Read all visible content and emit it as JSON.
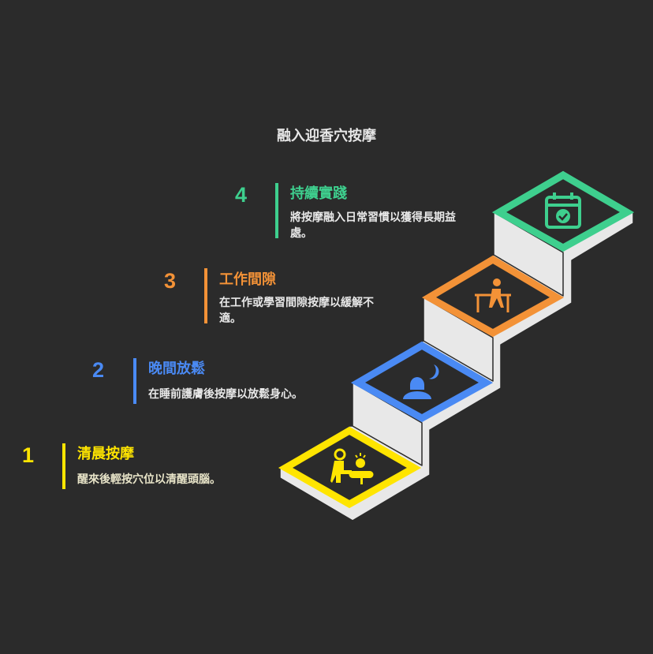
{
  "title": "融入迎香穴按摩",
  "colors": {
    "step1": "#ffe500",
    "step2": "#4a8af4",
    "step3": "#f39237",
    "step4": "#3ecf8e",
    "background": "#2b2b2b",
    "block": "#e8e8e8"
  },
  "steps": [
    {
      "number": "1",
      "heading": "清晨按摩",
      "description": "醒來後輕按穴位以清醒頭腦。",
      "icon": "massage-person-icon"
    },
    {
      "number": "2",
      "heading": "晚間放鬆",
      "description": "在睡前護膚後按摩以放鬆身心。",
      "icon": "sleeping-woman-moon-icon"
    },
    {
      "number": "3",
      "heading": "工作間隙",
      "description": "在工作或學習間隙按摩以緩解不適。",
      "icon": "person-at-desk-icon"
    },
    {
      "number": "4",
      "heading": "持續實踐",
      "description": "將按摩融入日常習慣以獲得長期益處。",
      "icon": "calendar-check-icon"
    }
  ]
}
